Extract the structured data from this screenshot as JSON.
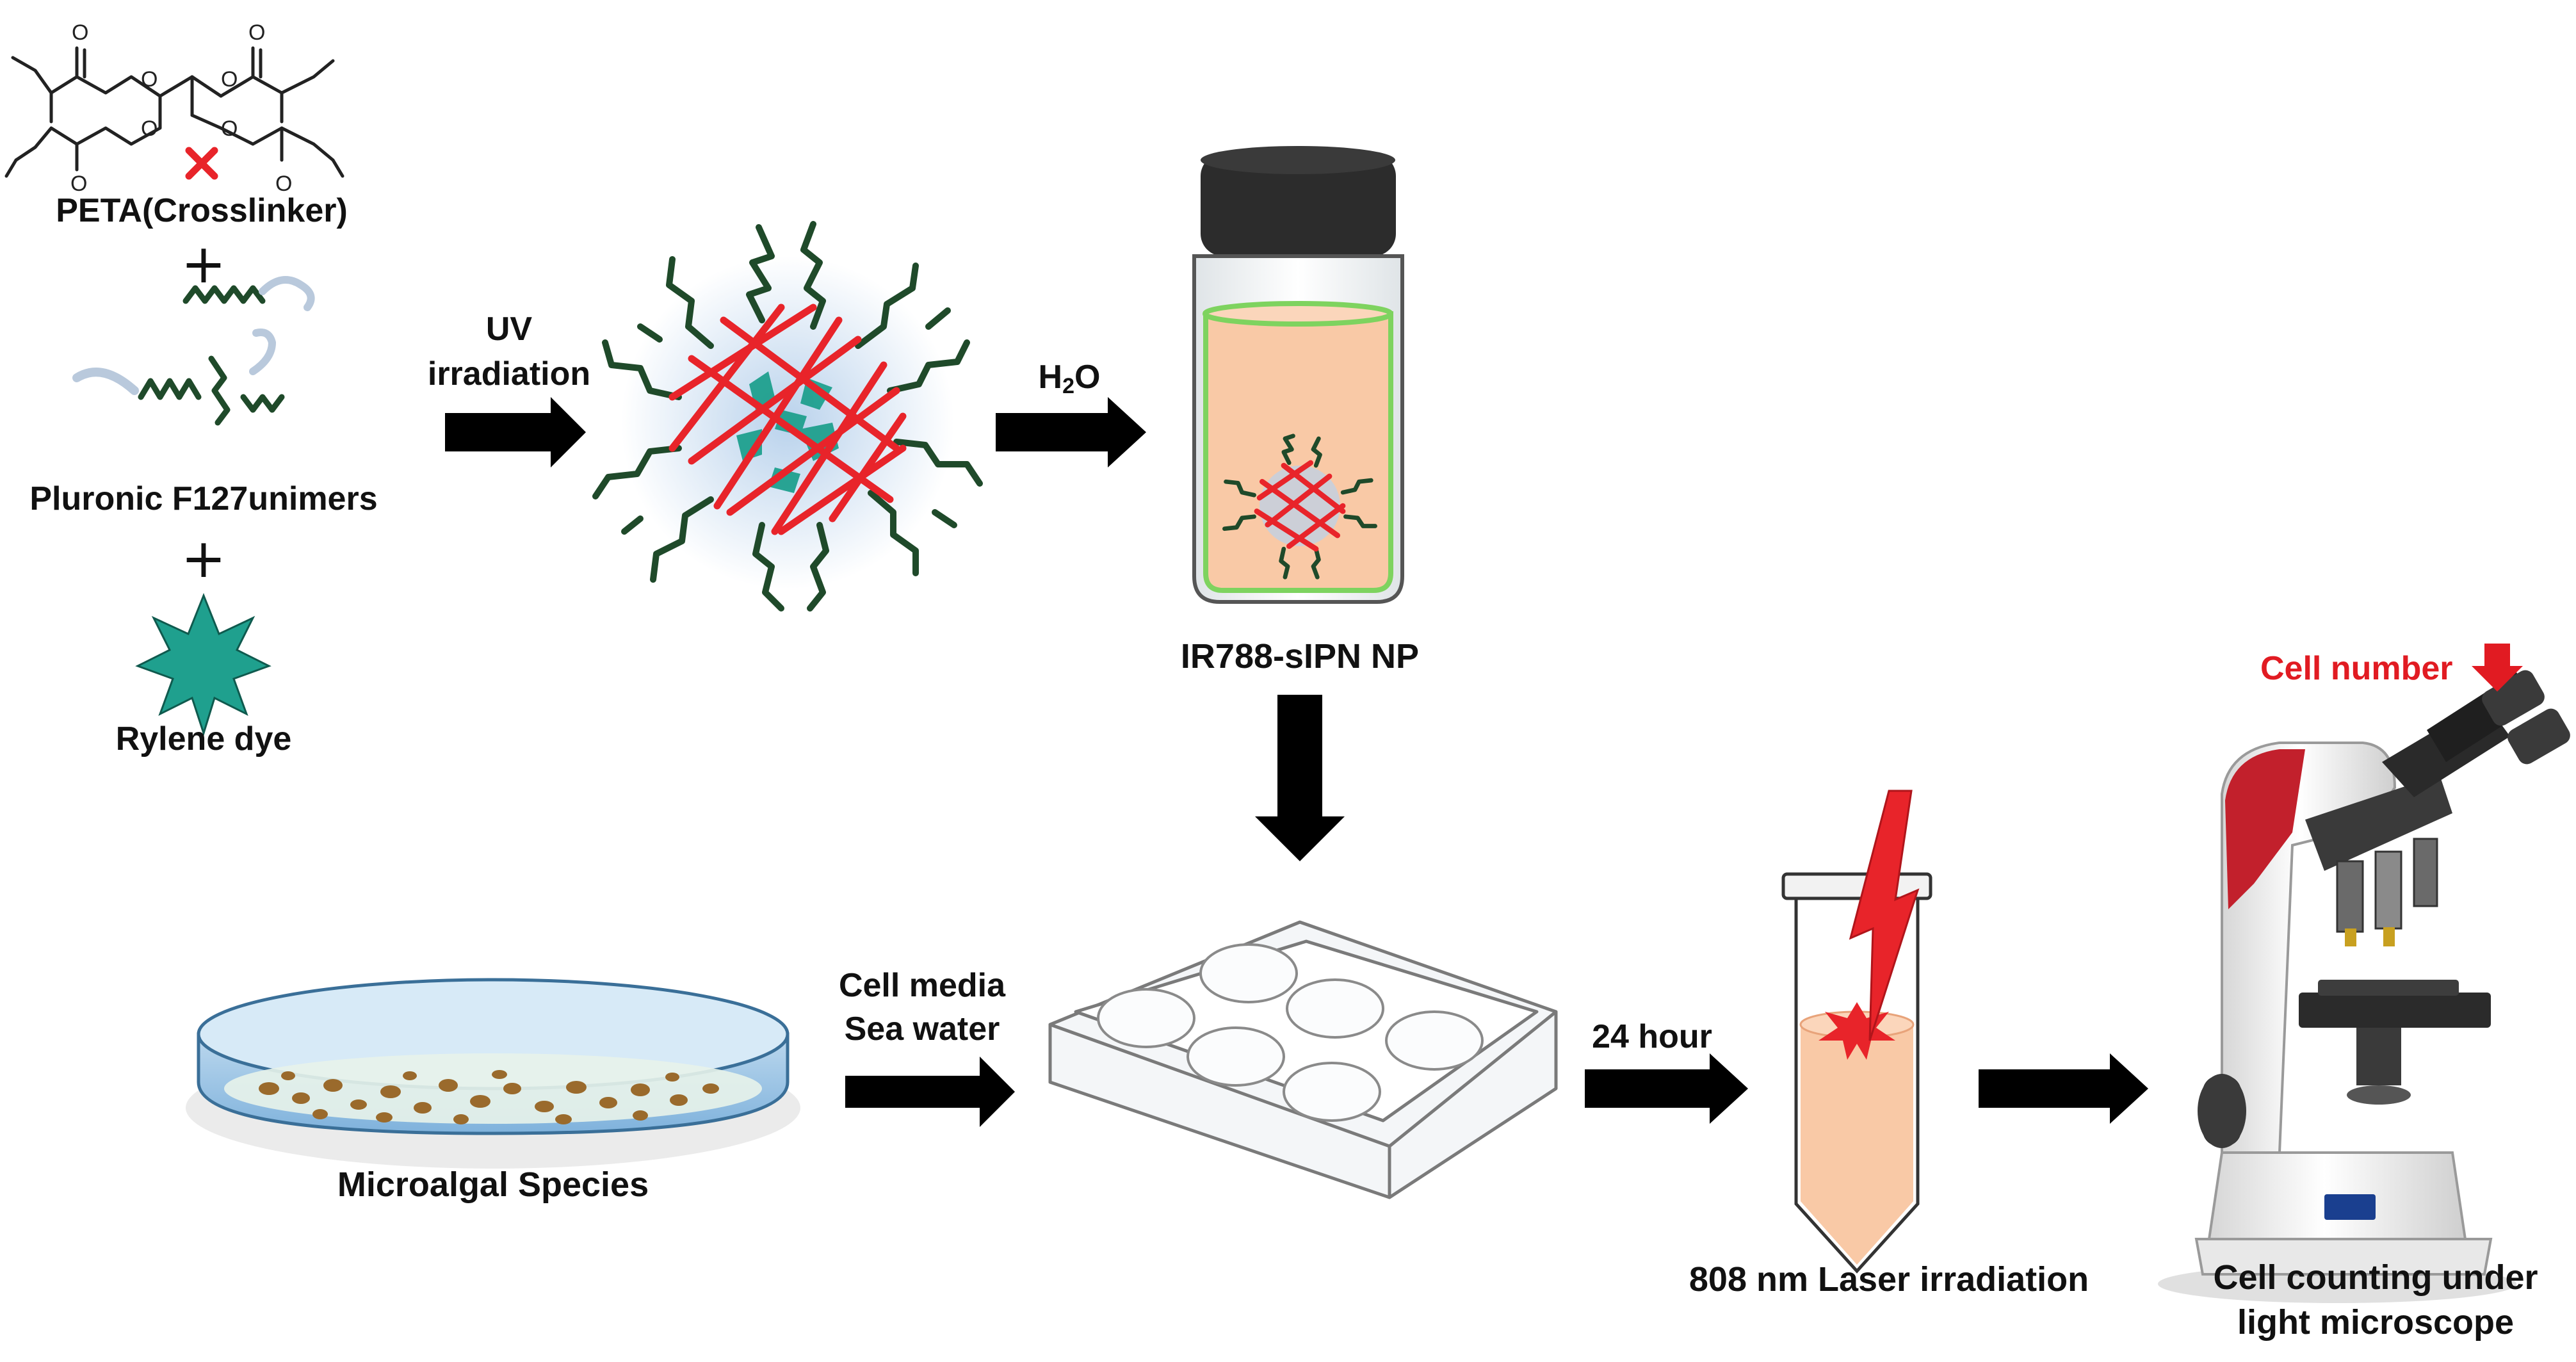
{
  "labels": {
    "peta": "PETA(Crosslinker)",
    "pluronic": "Pluronic F127unimers",
    "rylene": "Rylene dye",
    "plus": "+",
    "uv_line1": "UV",
    "uv_line2": "irradiation",
    "h2o_h": "H",
    "h2o_sub": "2",
    "h2o_o": "O",
    "nanoparticle": "IR788-sIPN NP",
    "microalgal": "Microalgal Species",
    "cell_media": "Cell media",
    "sea_water": "Sea water",
    "hours": "24 hour",
    "laser": "808 nm Laser irradiation",
    "cell_number": "Cell number",
    "counting_line1": "Cell counting under",
    "counting_line2": "light microscope"
  },
  "colors": {
    "arrow": "#000000",
    "crosslink_red": "#e8242a",
    "polymer_green": "#1f4a2a",
    "dye_teal": "#1fa08e",
    "solution_peach": "#f9c9a6",
    "vial_rim_green": "#7ed35f",
    "cap_dark": "#2c2c2c",
    "dish_blue": "#6fa9d6",
    "algae_brown": "#9a6a2c",
    "microscope_red": "#c2202c",
    "label_red": "#e11b22"
  },
  "icons": [
    "peta-molecule-icon",
    "crosslinker-x-icon",
    "unimer-chain-icon",
    "rylene-star-icon",
    "nanoparticle-icon",
    "vial-icon",
    "petri-dish-icon",
    "well-plate-icon",
    "test-tube-icon",
    "laser-bolt-icon",
    "microscope-icon",
    "down-arrow-icon"
  ]
}
